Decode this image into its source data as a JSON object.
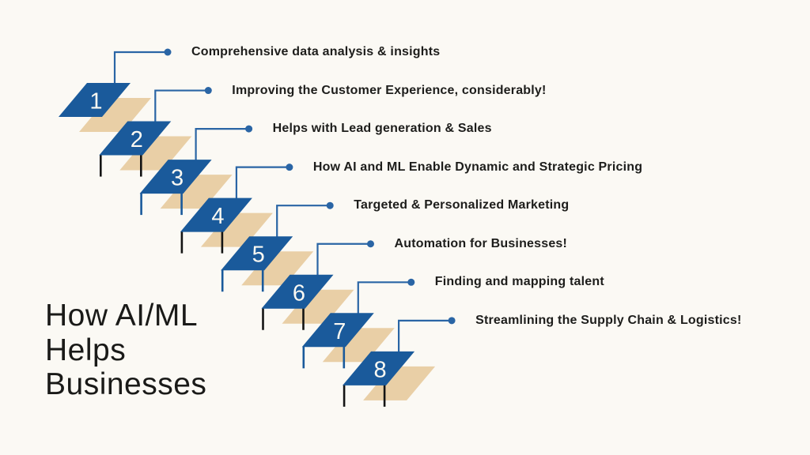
{
  "title": {
    "text": "How AI/ML Helps Businesses",
    "lines": [
      "How AI/ML",
      "Helps",
      "Businesses"
    ]
  },
  "colors": {
    "background": "#fbf9f4",
    "step_blue": "#1a5a9b",
    "shadow_tan": "#e9cfa6",
    "connector_blue": "#2a65a5",
    "leg_black": "#141414",
    "label_text": "#1d1d1b",
    "title_text": "#1a1a18",
    "number_text": "#fbf9f2"
  },
  "steps": [
    {
      "number": "1",
      "label": "Comprehensive data analysis & insights",
      "legs": "none"
    },
    {
      "number": "2",
      "label": "Improving the Customer Experience, considerably!",
      "legs": "black"
    },
    {
      "number": "3",
      "label": "Helps with Lead generation & Sales",
      "legs": "blue"
    },
    {
      "number": "4",
      "label": "How AI and ML Enable Dynamic and Strategic Pricing",
      "legs": "black"
    },
    {
      "number": "5",
      "label": "Targeted & Personalized Marketing",
      "legs": "blue"
    },
    {
      "number": "6",
      "label": "Automation for Businesses!",
      "legs": "black"
    },
    {
      "number": "7",
      "label": "Finding and mapping talent",
      "legs": "blue"
    },
    {
      "number": "8",
      "label": "Streamlining the Supply Chain & Logistics!",
      "legs": "black"
    }
  ]
}
